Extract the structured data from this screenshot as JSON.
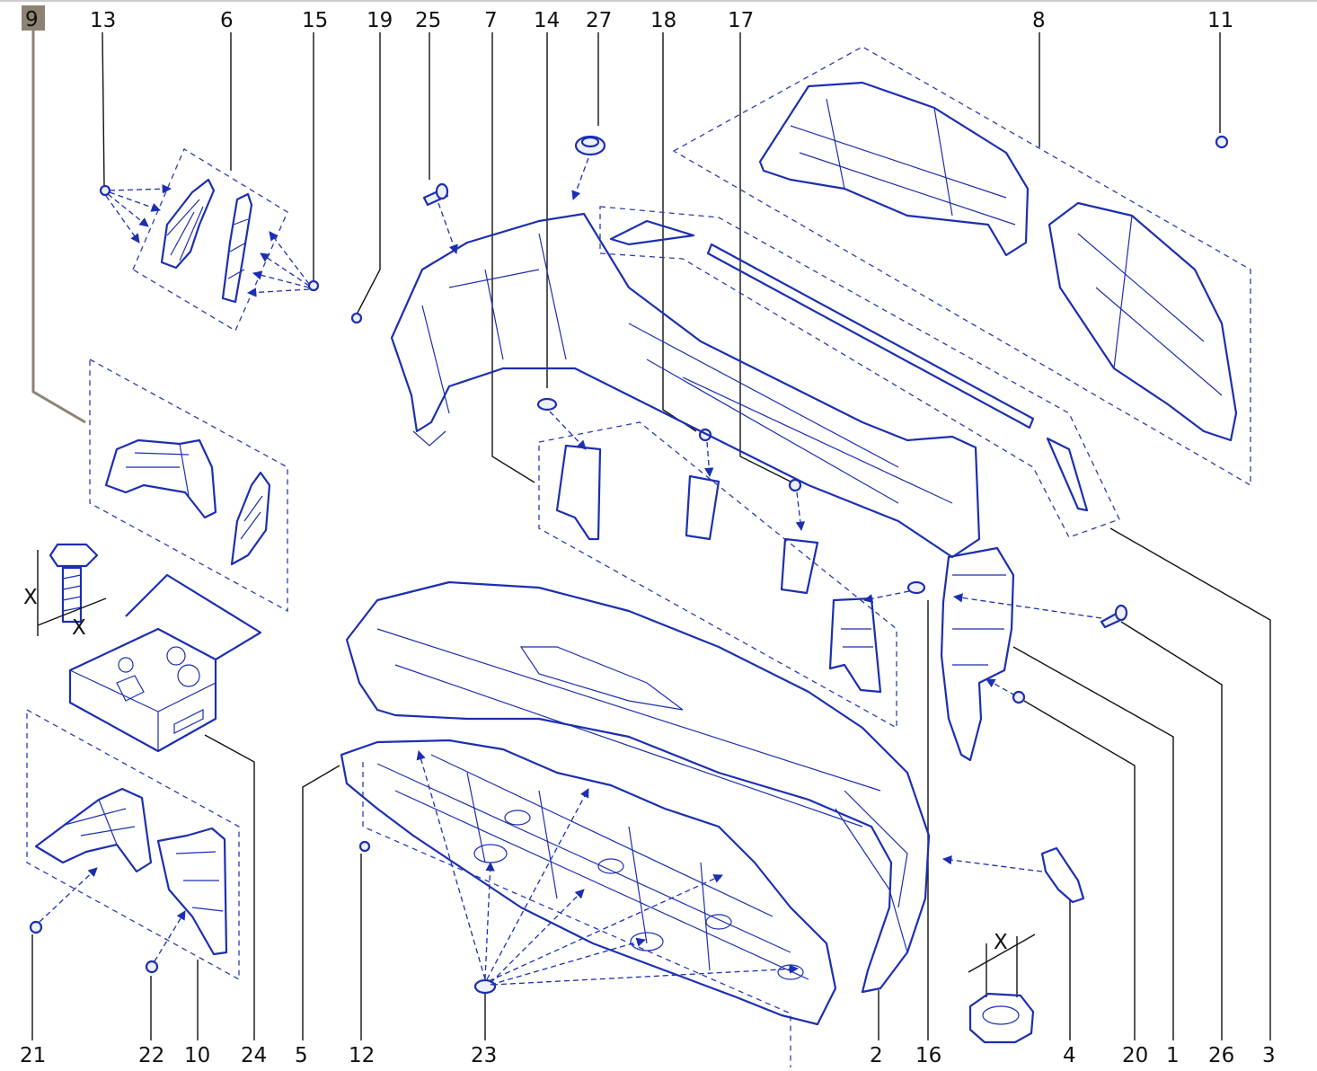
{
  "badge": "9",
  "callouts_top": [
    "13",
    "6",
    "15",
    "19",
    "25",
    "7",
    "14",
    "27",
    "18",
    "17",
    "8",
    "11"
  ],
  "callouts_bottom": [
    "21",
    "22",
    "10",
    "24",
    "5",
    "12",
    "23",
    "2",
    "16",
    "4",
    "20",
    "1",
    "26",
    "3"
  ],
  "dimension_label": "X",
  "colors": {
    "line_art": "#1c2fb0",
    "badge": "#8c8375",
    "text": "#111111"
  }
}
